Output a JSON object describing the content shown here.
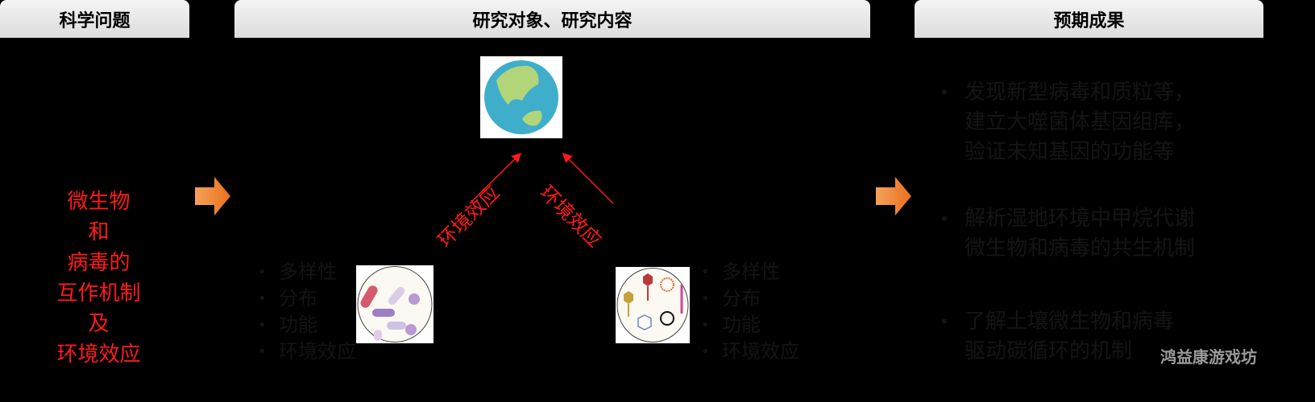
{
  "headers": {
    "left": "科学问题",
    "middle": "研究对象、研究内容",
    "right": "预期成果"
  },
  "question": [
    "微生物",
    "和",
    "病毒的",
    "互作机制",
    "及",
    "环境效应"
  ],
  "arrow_labels": {
    "left": "环境效应",
    "right": "环境效应"
  },
  "microbe_list": [
    "多样性",
    "分布",
    "功能",
    "环境效应"
  ],
  "virus_list": [
    "多样性",
    "分布",
    "功能",
    "环境效应"
  ],
  "outcomes": [
    [
      "发现新型病毒和质粒等，",
      "建立大噬菌体基因组库，",
      "验证未知基因的功能等"
    ],
    [
      "解析湿地环境中甲烷代谢",
      "微生物和病毒的共生机制"
    ],
    [
      "了解土壤微生物和病毒",
      "驱动碳循环的机制"
    ]
  ],
  "watermark": "鸿益康游戏坊",
  "colors": {
    "accent_red": "#ff1a1a",
    "arrow_orange": "#f07f2a",
    "header_gray": "#e6e6e6"
  }
}
